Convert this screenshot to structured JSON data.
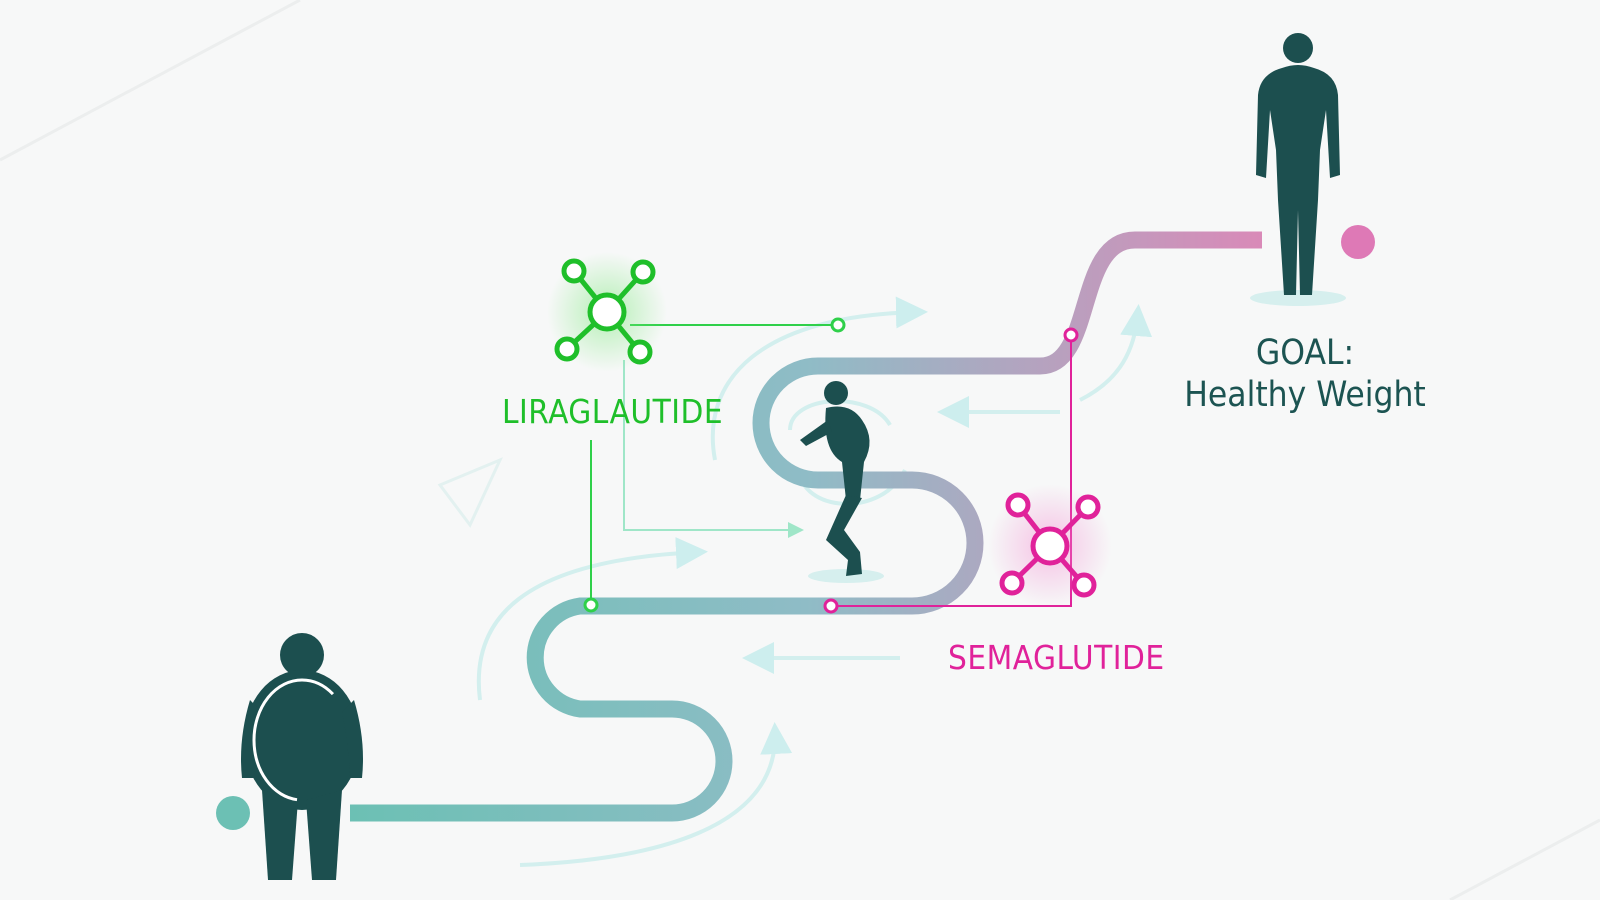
{
  "labels": {
    "drug_a": "LIRAGLAUTIDE",
    "drug_b": "SEMAGLUTIDE",
    "goal_title": "GOAL:",
    "goal_subtitle": "Healthy Weight"
  },
  "colors": {
    "figure": "#1c4f4f",
    "path_start": "#6cc0b4",
    "path_end": "#d98ab8",
    "drug_a": "#1fbf2a",
    "drug_b": "#e0229a",
    "arrows": "#cdeeee"
  }
}
